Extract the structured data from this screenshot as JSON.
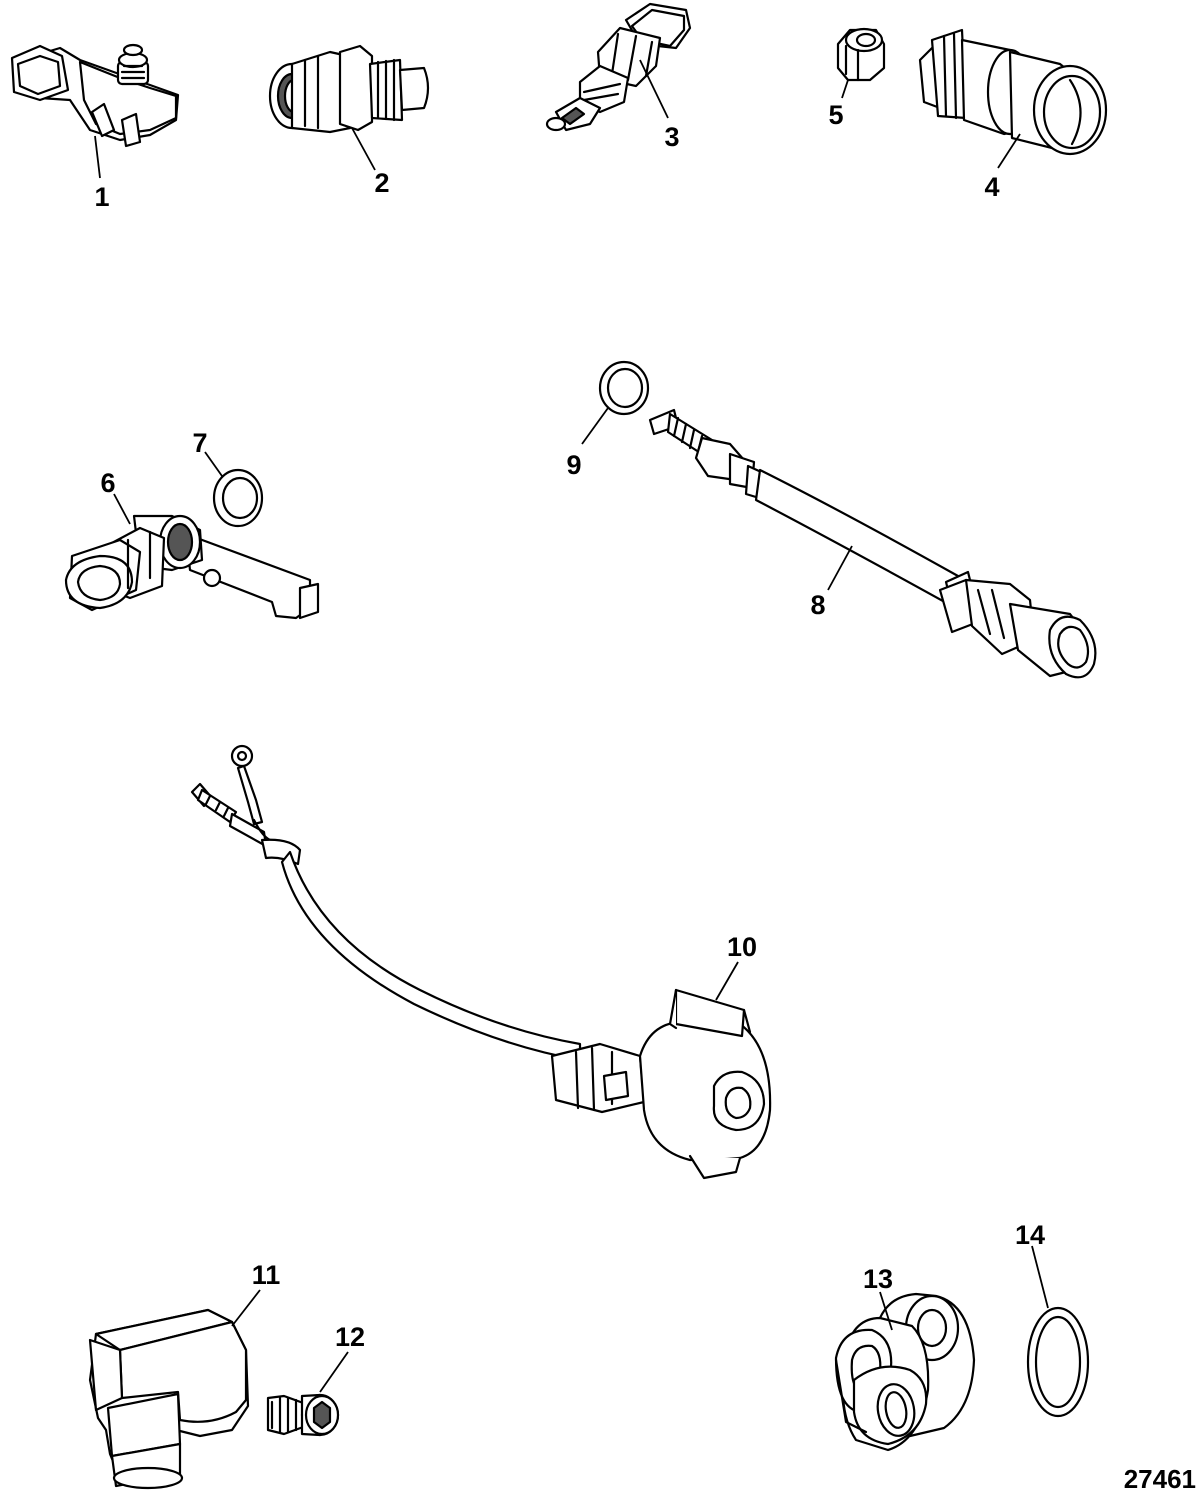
{
  "diagram": {
    "figure_number": "27461",
    "callouts": [
      {
        "id": "1",
        "label": "1"
      },
      {
        "id": "2",
        "label": "2"
      },
      {
        "id": "3",
        "label": "3"
      },
      {
        "id": "4",
        "label": "4"
      },
      {
        "id": "5",
        "label": "5"
      },
      {
        "id": "6",
        "label": "6"
      },
      {
        "id": "7",
        "label": "7"
      },
      {
        "id": "8",
        "label": "8"
      },
      {
        "id": "9",
        "label": "9"
      },
      {
        "id": "10",
        "label": "10"
      },
      {
        "id": "11",
        "label": "11"
      },
      {
        "id": "12",
        "label": "12"
      },
      {
        "id": "13",
        "label": "13"
      },
      {
        "id": "14",
        "label": "14"
      }
    ]
  }
}
